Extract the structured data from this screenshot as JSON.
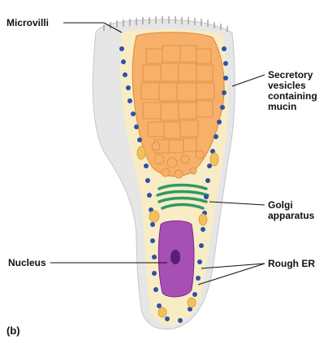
{
  "labels": {
    "microvilli": "Microvilli",
    "secretory_lines": [
      "Secretory",
      "vesicles",
      "containing",
      "mucin"
    ],
    "golgi_lines": [
      "Golgi",
      "apparatus"
    ],
    "nucleus": "Nucleus",
    "rough_er": "Rough ER",
    "panel": "(b)"
  },
  "colors": {
    "membrane": "#e4e4e4",
    "cytoplasm": "#f8ecc4",
    "vesicles": "#f7b06a",
    "golgi": "#2e9a6a",
    "nucleus": "#a64fb4",
    "nucleolus": "#5a1e72",
    "rough_er": "#2a52a8",
    "mitochondria": "#f3c060"
  }
}
